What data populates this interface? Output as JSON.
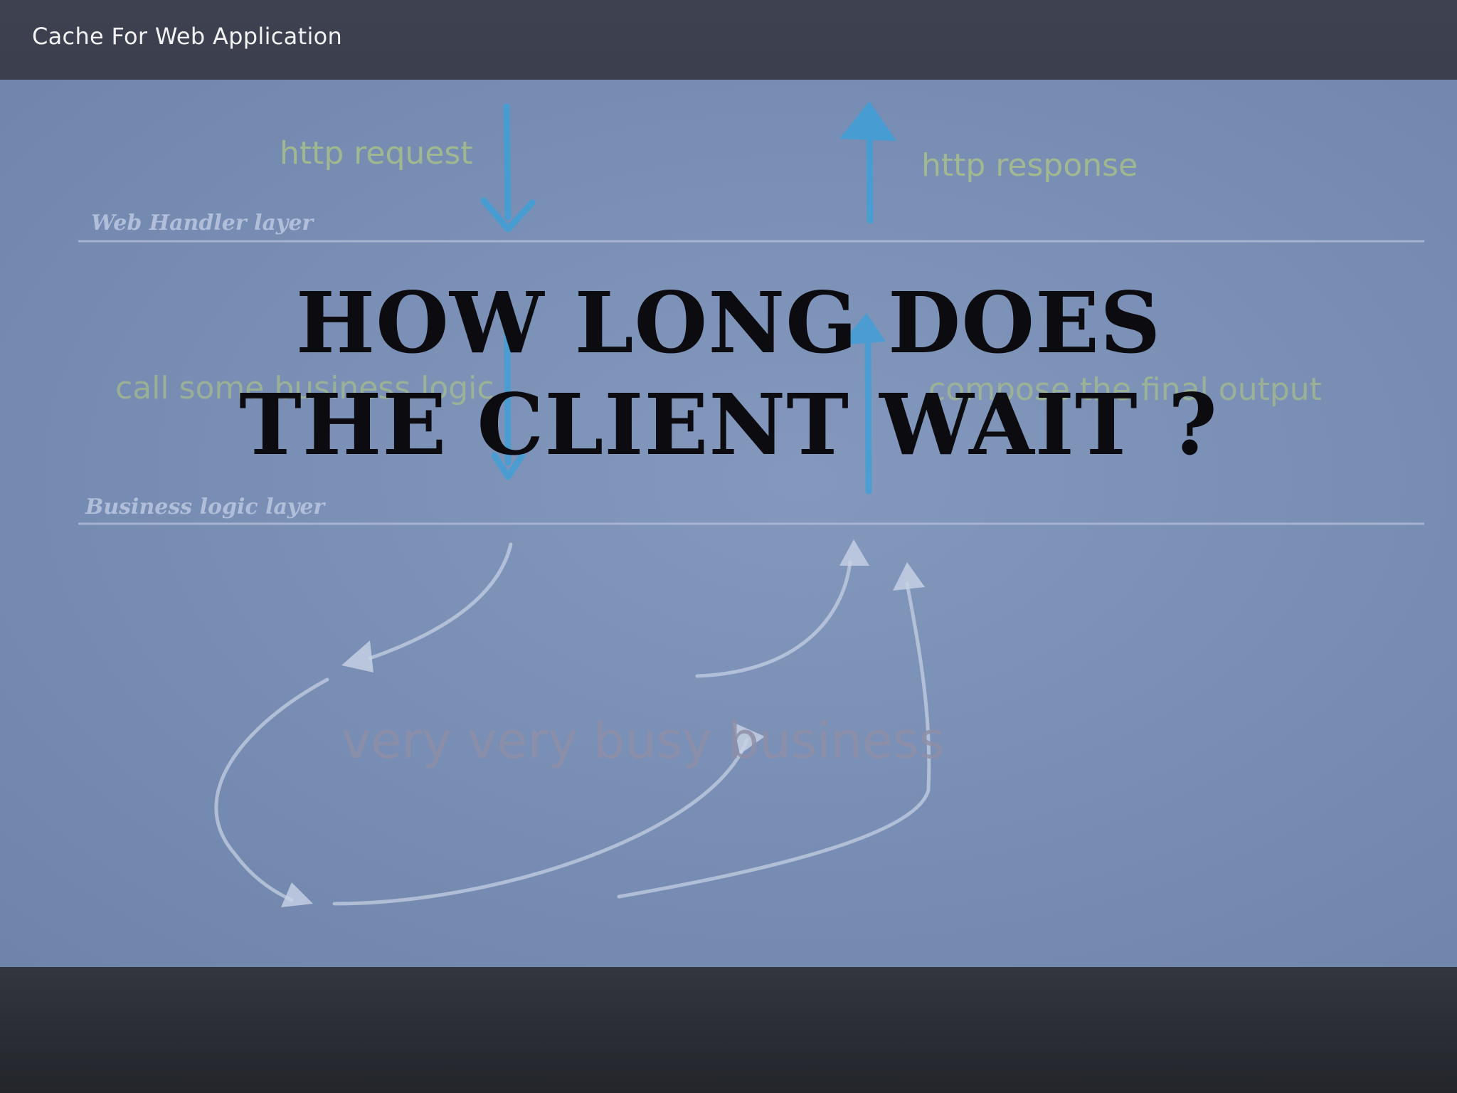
{
  "header": {
    "title": "Cache For Web Application"
  },
  "diagram": {
    "labels": {
      "http_request": "http request",
      "http_response": "http response",
      "web_layer": "Web Handler layer",
      "call_logic": "call some business logic",
      "compose_output": "compose the final output",
      "business_layer": "Business logic layer",
      "busy_business": "very very busy business"
    }
  },
  "headline": {
    "line1": "HOW LONG DOES",
    "line2": "THE CLIENT WAIT ?"
  },
  "colors": {
    "board": "#7a8fb5",
    "arrow_blue": "#3fa0d8",
    "chalk_green": "#a8c08a",
    "chalk_white": "#c9d3e6",
    "headline": "#0c0c10"
  }
}
